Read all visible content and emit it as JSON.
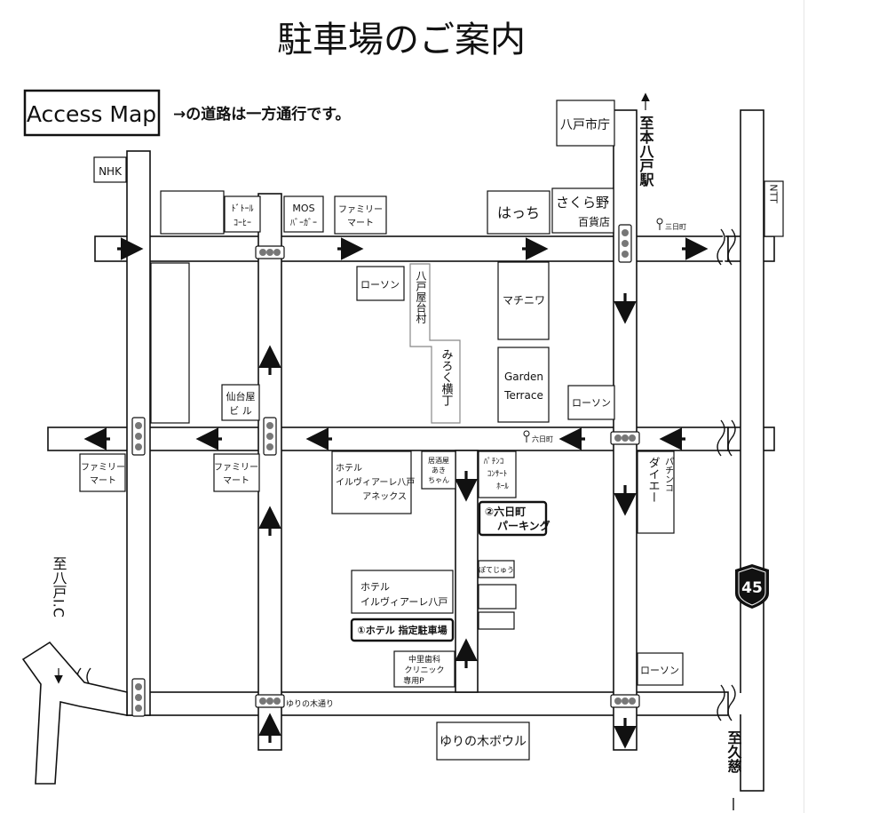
{
  "title": "駐車場のご案内",
  "access_map_label": "Access Map",
  "one_way_note": "→の道路は一方通行です。",
  "buildings": {
    "nhk": "NHK",
    "hachinohe_city_hall": "八戸市庁",
    "doutor_1": "ﾄﾞﾄｰﾙ",
    "doutor_2": "ｺｰﾋｰ",
    "mos_1": "MOS",
    "mos_2": "ﾊﾞｰｶﾞｰ",
    "familymart_top_1": "ファミリー",
    "familymart_top_2": "マート",
    "hacchi": "はっち",
    "sakurano_1": "さくら野",
    "sakurano_2": "百貨店",
    "ntt": "NTT",
    "lawson_a": "ローソン",
    "yataimura": "八戸屋台村",
    "mirokuyokocho": "みろく横丁",
    "machiniwa": "マチニワ",
    "garden_1": "Garden",
    "garden_2": "Terrace",
    "lawson_b": "ローソン",
    "sendaiya_1": "仙台屋",
    "sendaiya_2": "ビ ル",
    "familymart_left_1": "ファミリー",
    "familymart_left_2": "マート",
    "familymart_mid_1": "ファミリー",
    "familymart_mid_2": "マート",
    "hotel_annex_1": "ホテル",
    "hotel_annex_2": "イルヴィアーレ八戸",
    "hotel_annex_3": "アネックス",
    "izakaya_1": "居酒屋",
    "izakaya_2": "あき",
    "izakaya_3": "ちゃん",
    "pachinko_concert_1": "ﾊﾟﾁﾝｺ",
    "pachinko_concert_2": "ｺﾝｻｰﾄ",
    "pachinko_concert_3": "ﾎｰﾙ",
    "daiei": "ダイエー",
    "pachinko_small": "パチンコ",
    "potejuu": "ぽてじゅう",
    "hotel_main_1": "ホテル",
    "hotel_main_2": "イルヴィアーレ八戸",
    "clinic_1": "中里歯科",
    "clinic_2": "クリニック",
    "clinic_3": "専用P",
    "lawson_c": "ローソン",
    "yurinoki_bowl": "ゆりの木ボウル"
  },
  "parking": {
    "p1": "①ホテル 指定駐車場",
    "p2_1": "②六日町",
    "p2_2": "パーキング"
  },
  "places": {
    "mikkamachi": "三日町",
    "muikamachi": "六日町",
    "yurinoki_street": "ゆりの木通り"
  },
  "directions": {
    "to_hon_hachinohe": "至本八戸駅",
    "to_hachinohe_ic": "至八戸I.C",
    "to_kuji": "至久慈"
  },
  "route_shield": "45"
}
